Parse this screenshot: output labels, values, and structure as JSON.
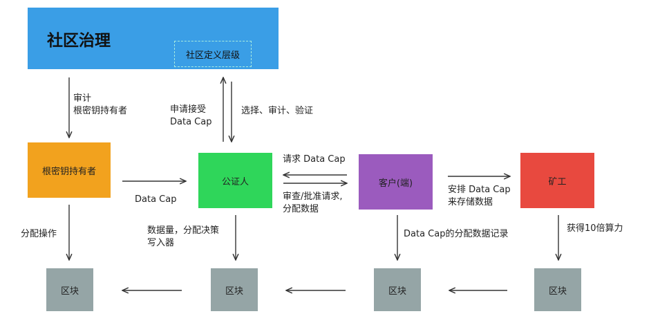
{
  "colors": {
    "governance": "#3a9ee6",
    "root_key": "#f2a21e",
    "notary": "#2fd65a",
    "client": "#9b5bbe",
    "miner": "#e8493f",
    "block": "#95a5a6",
    "dashed": "#a8ecdf",
    "arrow": "#333333"
  },
  "governance": {
    "title": "社区治理",
    "subbox": "社区定义层级"
  },
  "nodes": {
    "root_key_holder": "根密钥持有者",
    "notary": "公证人",
    "client": "客户(端)",
    "miner": "矿工"
  },
  "blocks": [
    "区块",
    "区块",
    "区块",
    "区块"
  ],
  "labels": {
    "audit": [
      "审计",
      "根密钥持有者"
    ],
    "apply": [
      "申请接受",
      "Data Cap"
    ],
    "select": "选择、审计、验证",
    "distribute": "分配操作",
    "datacap": "Data Cap",
    "request": "请求 Data Cap",
    "review": [
      "审查/批准请求,",
      "分配数据"
    ],
    "write": [
      "数据量，分配决策",
      "写入器"
    ],
    "record": "Data Cap的分配数据记录",
    "arrange": [
      "安排 Data Cap",
      "来存储数据"
    ],
    "power": "获得10倍算力"
  }
}
